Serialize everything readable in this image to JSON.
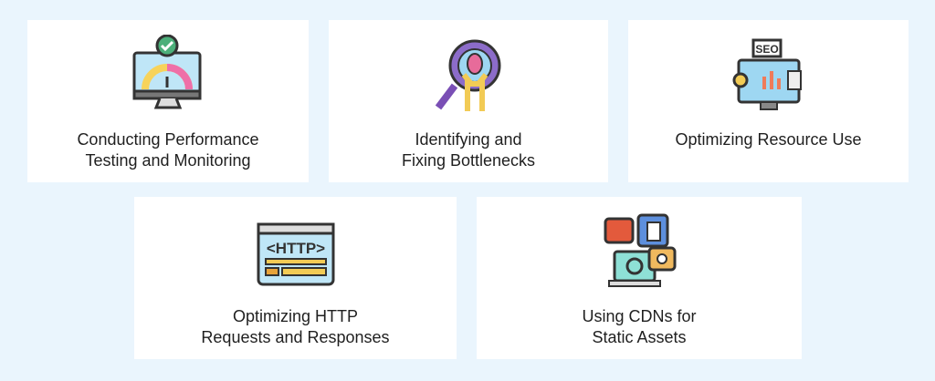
{
  "cards": [
    {
      "icon": "performance-monitor-icon",
      "lines": [
        "Conducting Performance",
        "Testing and Monitoring"
      ]
    },
    {
      "icon": "bug-magnifier-wrench-icon",
      "lines": [
        "Identifying and",
        "Fixing Bottlenecks"
      ]
    },
    {
      "icon": "seo-monitor-icon",
      "lines": [
        "Optimizing Resource Use"
      ]
    },
    {
      "icon": "http-window-icon",
      "lines": [
        "Optimizing HTTP",
        "Requests and Responses"
      ],
      "http_text": "<HTTP>"
    },
    {
      "icon": "cdn-media-laptop-icon",
      "lines": [
        "Using CDNs for",
        "Static Assets"
      ]
    }
  ],
  "seo_text": "SEO",
  "colors": {
    "background": "#eaf5fd",
    "card": "#ffffff",
    "text": "#1f1f1f"
  }
}
